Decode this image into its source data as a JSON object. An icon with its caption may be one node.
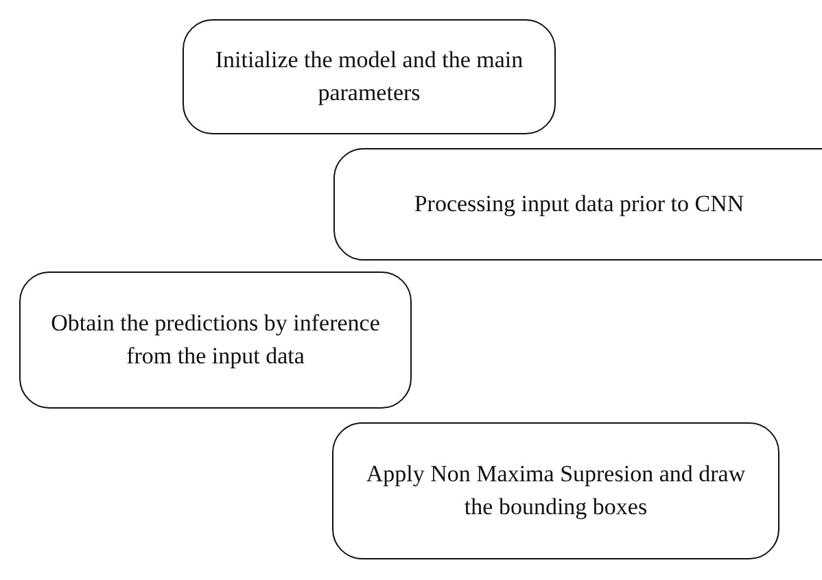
{
  "diagram": {
    "nodes": [
      {
        "text": [
          "Initialize the model and the main parameters"
        ]
      },
      {
        "text": [
          "Processing input data prior to CNN"
        ]
      },
      {
        "text": [
          "Obtain the predictions by inference from the input data"
        ]
      },
      {
        "text": [
          "Apply Non Maxima Supresion and draw the bounding boxes"
        ]
      }
    ]
  }
}
